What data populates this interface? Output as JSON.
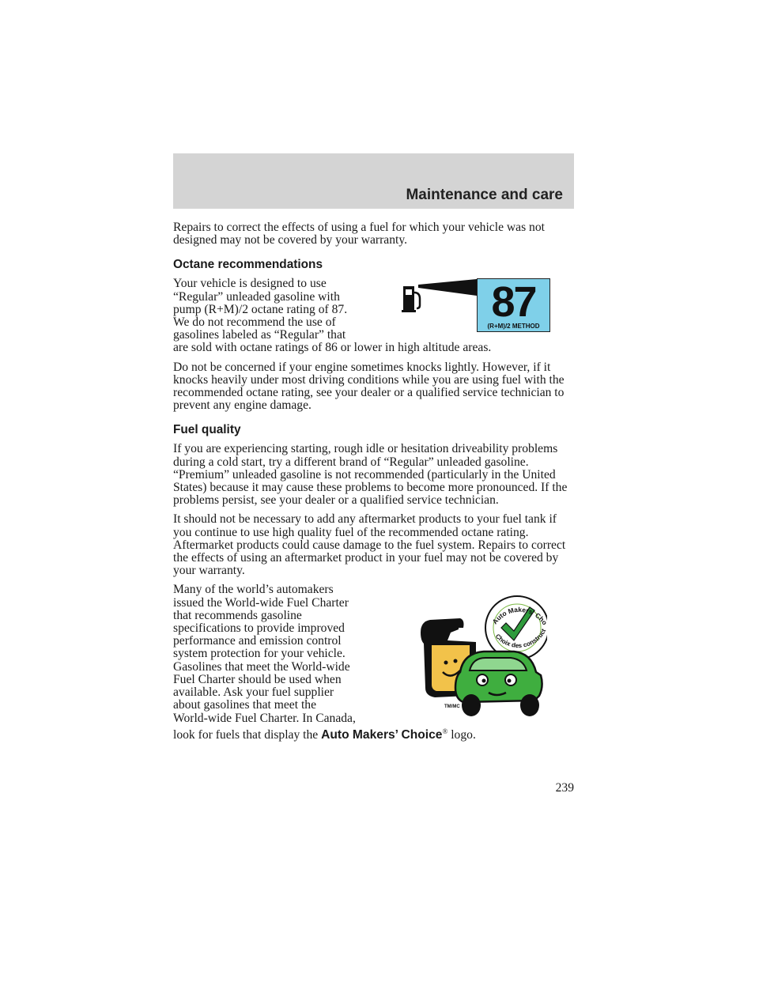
{
  "header": {
    "section_title": "Maintenance and care"
  },
  "body": {
    "intro": "Repairs to correct the effects of using a fuel for which your vehicle was not designed may not be covered by your warranty.",
    "octane": {
      "heading": "Octane recommendations",
      "para1_lines": [
        "Your vehicle is designed to use",
        "“Regular” unleaded gasoline with",
        "pump (R+M)/2 octane rating of 87.",
        "We do not recommend the use of",
        "gasolines labeled as “Regular” that"
      ],
      "para1_tail": "are sold with octane ratings of 86 or lower in high altitude areas.",
      "para2": "Do not be concerned if your engine sometimes knocks lightly. However, if it knocks heavily under most driving conditions while you are using fuel with the recommended octane rating, see your dealer or a qualified service technician to prevent any engine damage."
    },
    "fuel_quality": {
      "heading": "Fuel quality",
      "para1": "If you are experiencing starting, rough idle or hesitation driveability problems during a cold start, try a different brand of “Regular” unleaded gasoline. “Premium” unleaded gasoline is not recommended (particularly in the United States) because it may cause these problems to become more pronounced. If the problems persist, see your dealer or a qualified service technician.",
      "para2": "It should not be necessary to add any aftermarket products to your fuel tank if you continue to use high quality fuel of the recommended octane rating. Aftermarket products could cause damage to the fuel system. Repairs to correct the effects of using an aftermarket product in your fuel may not be covered by your warranty.",
      "para3_lines": [
        "Many of the world’s automakers",
        "issued the World-wide Fuel Charter",
        "that recommends gasoline",
        "specifications to provide improved",
        "performance and emission control",
        "system protection for your vehicle.",
        "Gasolines that meet the World-wide",
        "Fuel Charter should be used when",
        "available. Ask your fuel supplier",
        "about gasolines that meet the",
        "World-wide Fuel Charter. In Canada,"
      ],
      "para3_tail_prefix": "look for fuels that display the ",
      "para3_tail_brand": "Auto Makers’ Choice",
      "para3_tail_mark": "®",
      "para3_tail_suffix": " logo."
    }
  },
  "octane_label": {
    "number": "87",
    "method": "(R+M)/2 METHOD",
    "color": "#7fd0e9"
  },
  "amc_logo": {
    "text_top": "Auto Makers' Choice",
    "text_bottom": "Choix des constructeurs",
    "mark": "TM/MC"
  },
  "page_number": "239"
}
